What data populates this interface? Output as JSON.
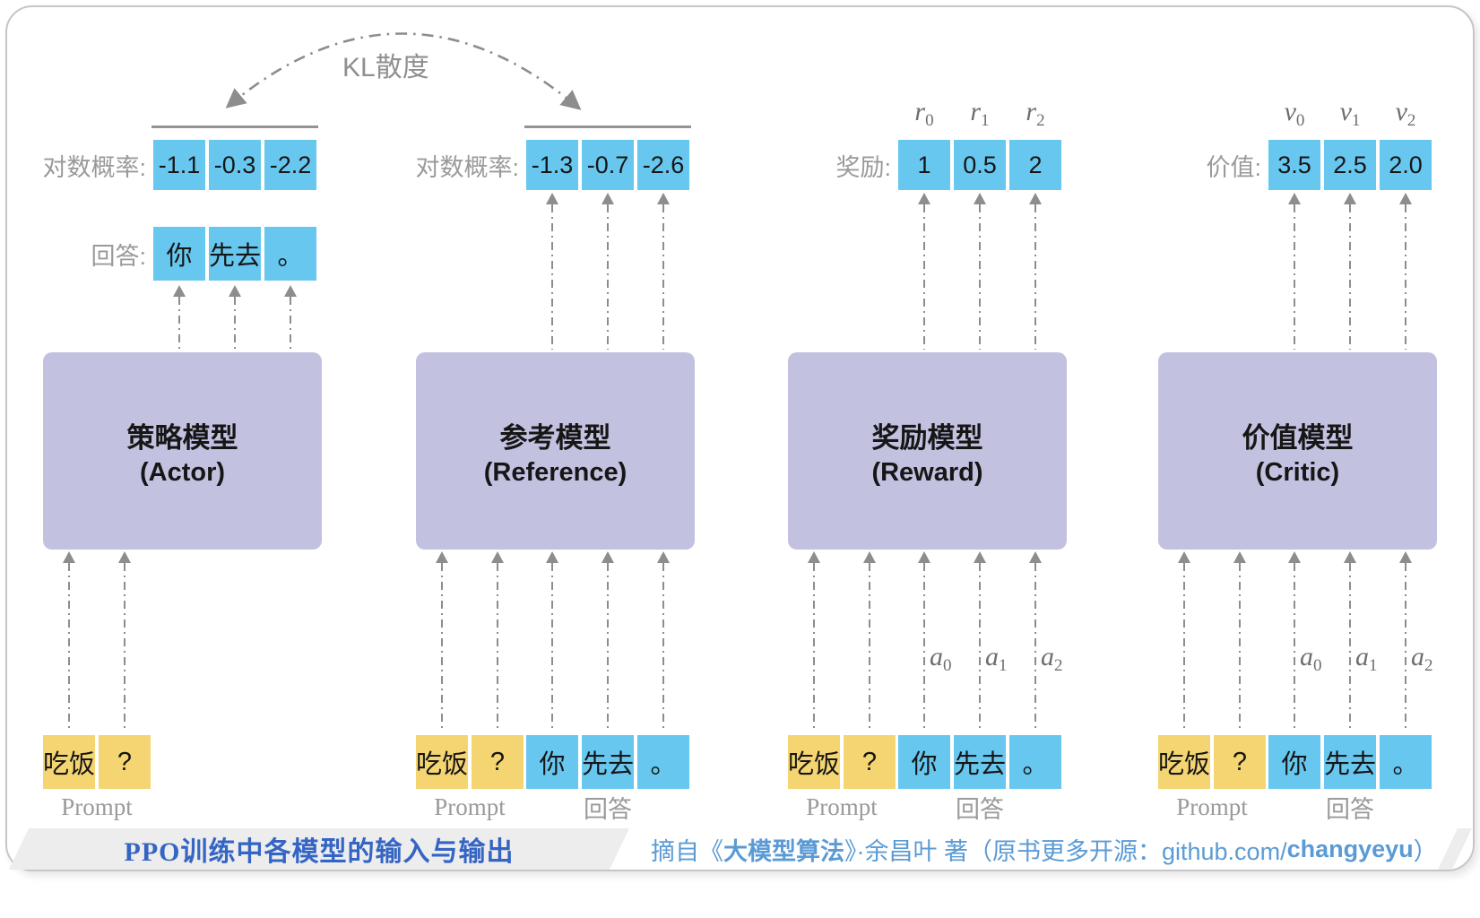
{
  "kl_label": "KL散度",
  "colors": {
    "token_blue": "#67c7ef",
    "token_yellow": "#f5d572",
    "block_purple": "#c3c1e0",
    "arrow_gray": "#8d8d8d",
    "label_gray": "#9a9a9a",
    "footer_title_blue": "#3565c4",
    "credit_blue": "#5b9bd5"
  },
  "columns": [
    {
      "id": "actor",
      "title_cn": "策略模型",
      "title_en": "(Actor)",
      "output_label": "对数概率:",
      "output_values": [
        "-1.1",
        "-0.3",
        "-2.2"
      ],
      "answer_label": "回答:",
      "answer_tokens": [
        "你",
        "先去",
        "。"
      ],
      "input_tokens": [
        "吃饭",
        "?"
      ],
      "prompt_label": "Prompt"
    },
    {
      "id": "reference",
      "title_cn": "参考模型",
      "title_en": "(Reference)",
      "output_label": "对数概率:",
      "output_values": [
        "-1.3",
        "-0.7",
        "-2.6"
      ],
      "input_tokens": [
        "吃饭",
        "?",
        "你",
        "先去",
        "。"
      ],
      "prompt_label": "Prompt",
      "answer_label_bottom": "回答"
    },
    {
      "id": "reward",
      "title_cn": "奖励模型",
      "title_en": "(Reward)",
      "output_label": "奖励:",
      "output_values": [
        "1",
        "0.5",
        "2"
      ],
      "heads": [
        {
          "base": "r",
          "sub": "0"
        },
        {
          "base": "r",
          "sub": "1"
        },
        {
          "base": "r",
          "sub": "2"
        }
      ],
      "actions": [
        {
          "base": "a",
          "sub": "0"
        },
        {
          "base": "a",
          "sub": "1"
        },
        {
          "base": "a",
          "sub": "2"
        }
      ],
      "input_tokens": [
        "吃饭",
        "?",
        "你",
        "先去",
        "。"
      ],
      "prompt_label": "Prompt",
      "answer_label_bottom": "回答"
    },
    {
      "id": "critic",
      "title_cn": "价值模型",
      "title_en": "(Critic)",
      "output_label": "价值:",
      "output_values": [
        "3.5",
        "2.5",
        "2.0"
      ],
      "heads": [
        {
          "base": "v",
          "sub": "0"
        },
        {
          "base": "v",
          "sub": "1"
        },
        {
          "base": "v",
          "sub": "2"
        }
      ],
      "actions": [
        {
          "base": "a",
          "sub": "0"
        },
        {
          "base": "a",
          "sub": "1"
        },
        {
          "base": "a",
          "sub": "2"
        }
      ],
      "input_tokens": [
        "吃饭",
        "?",
        "你",
        "先去",
        "。"
      ],
      "prompt_label": "Prompt",
      "answer_label_bottom": "回答"
    }
  ],
  "footer": {
    "title": "PPO训练中各模型的输入与输出",
    "credit_prefix": "摘自《",
    "credit_book": "大模型算法",
    "credit_mid": "》·余昌叶 著（原书更多开源：github.com/",
    "credit_handle": "changyeyu",
    "credit_suffix": "）"
  }
}
